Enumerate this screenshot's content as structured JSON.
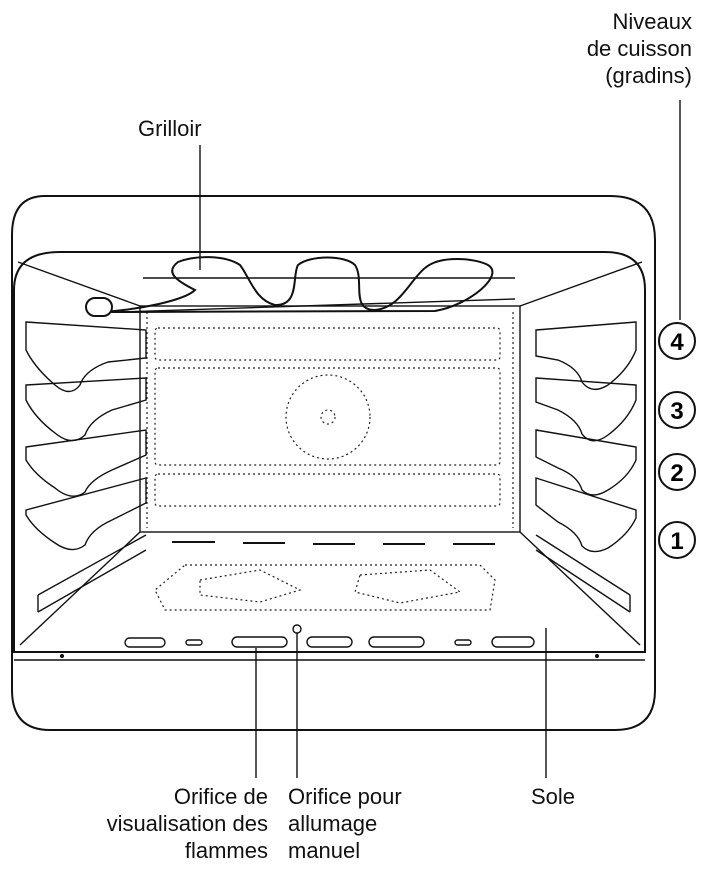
{
  "labels": {
    "niveaux": "Niveaux\nde cuisson\n(gradins)",
    "grilloir": "Grilloir",
    "orifice_visualisation": "Orifice de\nvisualisation des\nflammes",
    "orifice_allumage": "Orifice pour\nallumage\nmanuel",
    "sole": "Sole"
  },
  "levels": [
    "4",
    "3",
    "2",
    "1"
  ]
}
